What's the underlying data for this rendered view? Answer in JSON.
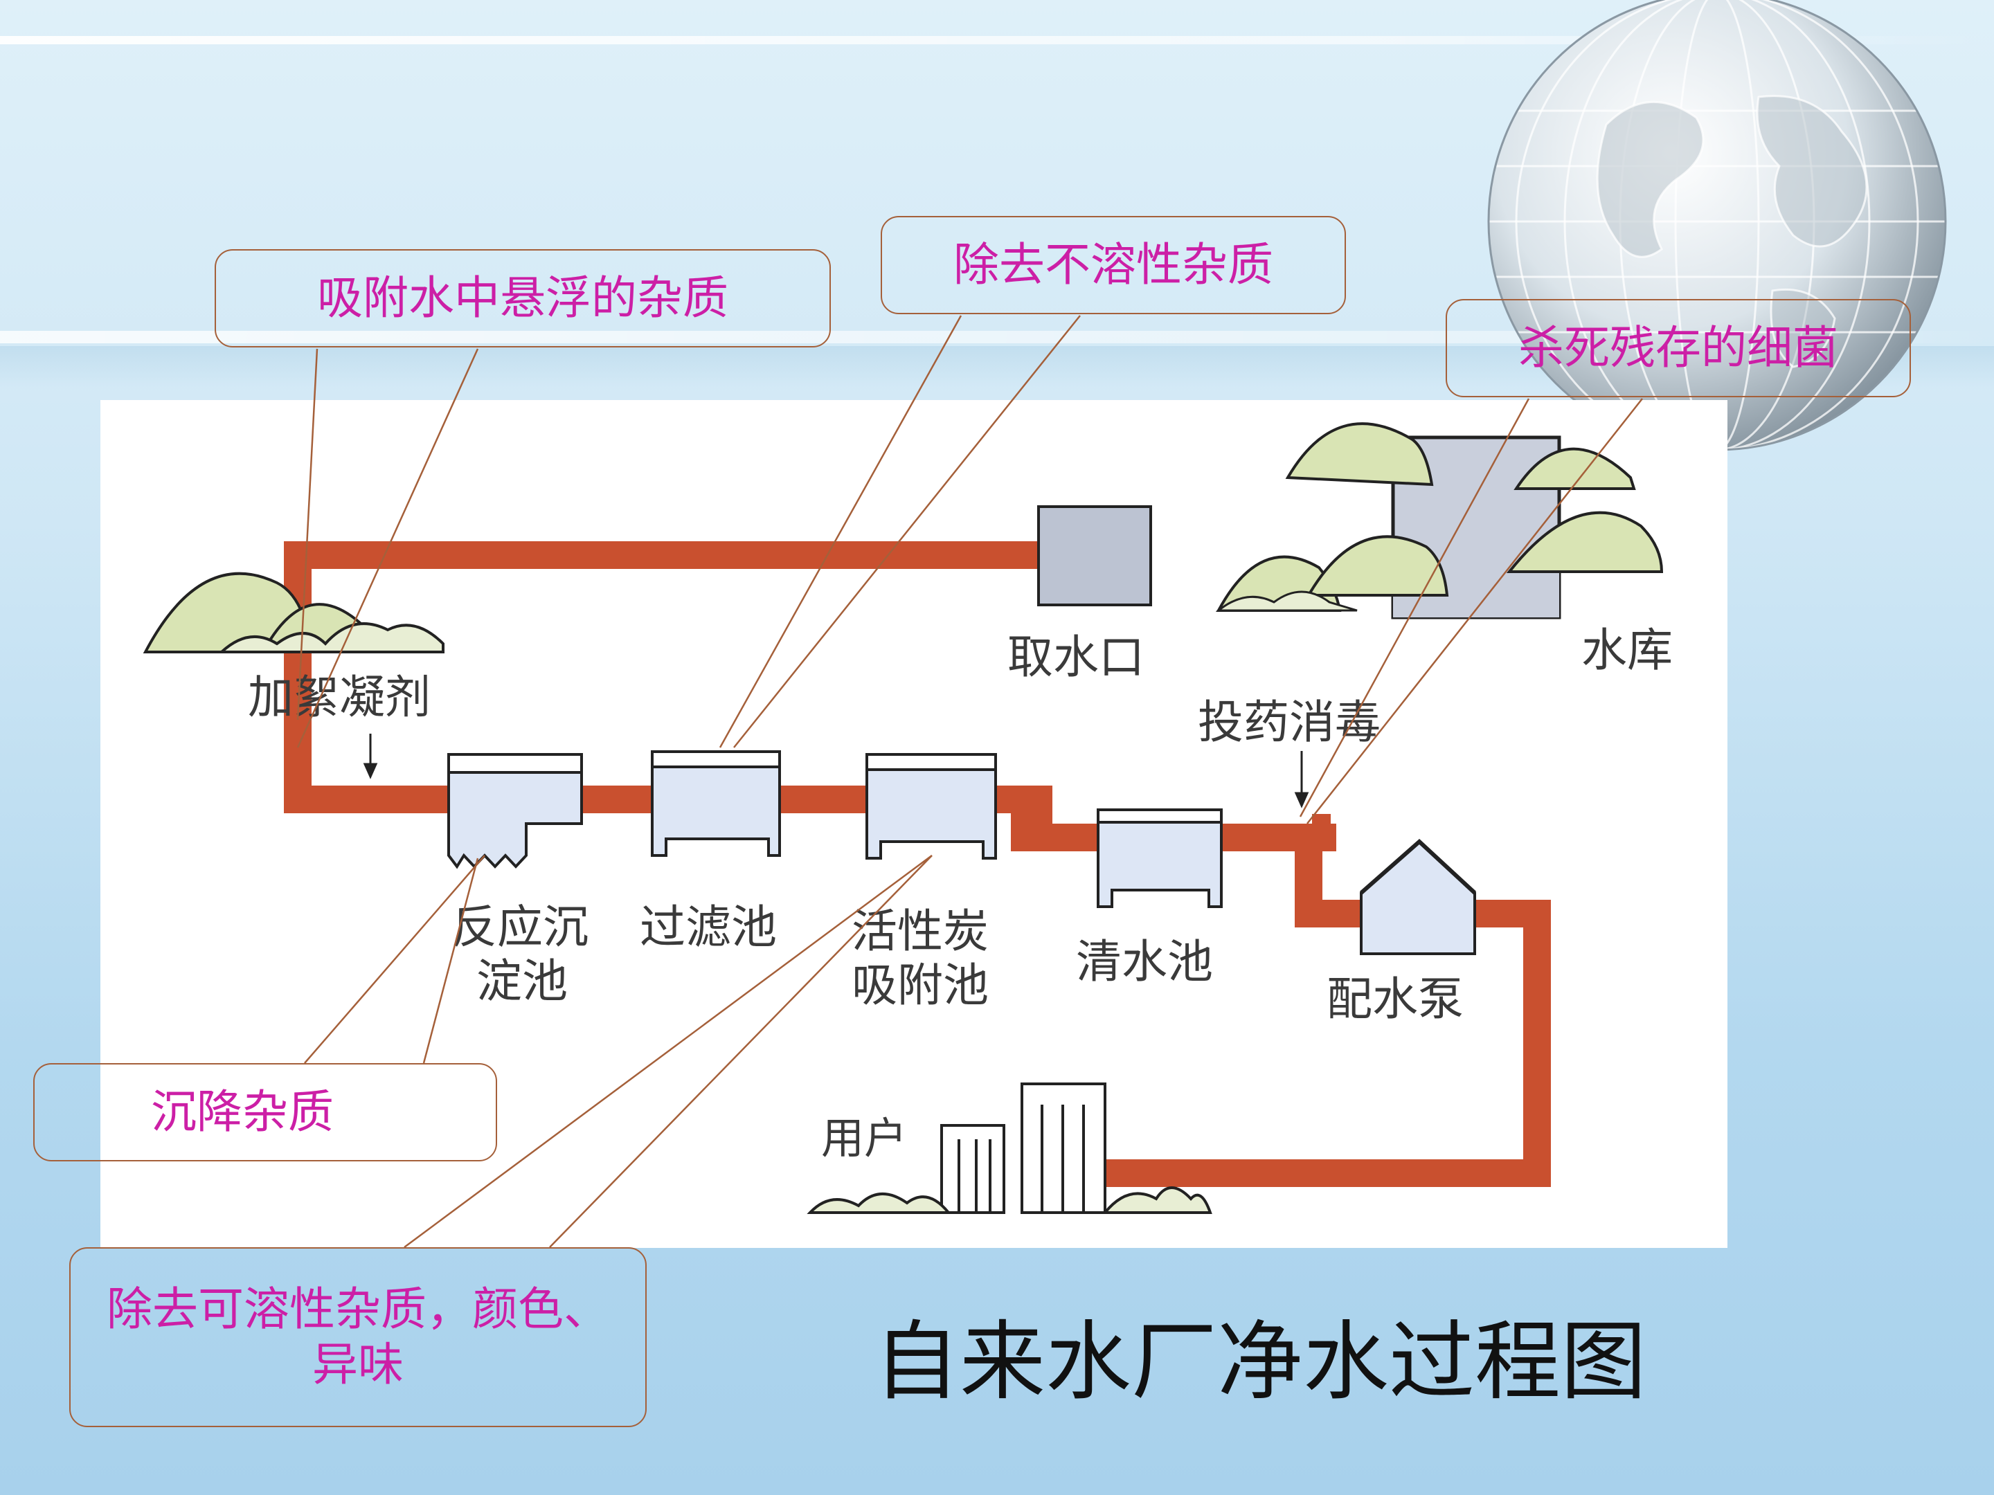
{
  "title": "自来水厂净水过程图",
  "diagram": {
    "stations": {
      "intake": "取水口",
      "reservoir": "水库",
      "coagulant": "加絮凝剂",
      "disinfect": "投药消毒",
      "sedimentation_line1": "反应沉",
      "sedimentation_line2": "淀池",
      "filter": "过滤池",
      "carbon_line1": "活性炭",
      "carbon_line2": "吸附池",
      "clear_water": "清水池",
      "pump": "配水泵",
      "user": "用户"
    },
    "colors": {
      "pipe": "#c9502f",
      "tank_fill": "#dde6f5",
      "tree_fill": "#d9e4b4",
      "callout_text": "#cc1fa6",
      "callout_border": "#a5603a"
    }
  },
  "callouts": {
    "adsorb": "吸附水中悬浮的杂质",
    "insoluble": "除去不溶性杂质",
    "kill": "杀死残存的细菌",
    "settle": "沉降杂质",
    "soluble": "除去可溶性杂质，颜色、异味"
  }
}
